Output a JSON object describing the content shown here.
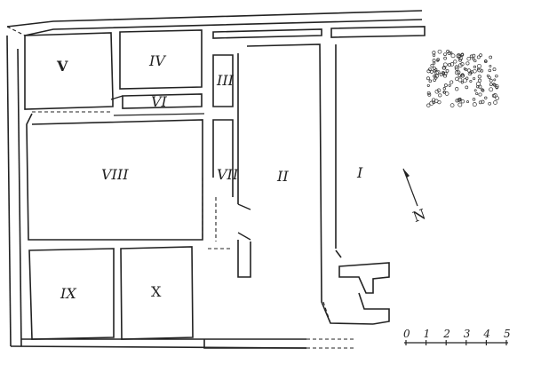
{
  "rooms": {
    "r1": "I",
    "r2": "II",
    "r3": "III",
    "r4": "IV",
    "r5": "V",
    "r6": "VI",
    "r7": "VII",
    "r8": "VIII",
    "r9": "IX",
    "r10": "X"
  },
  "north_arrow_letter": "N",
  "scale_bar": {
    "ticks": [
      "0",
      "1",
      "2",
      "3",
      "4",
      "5"
    ]
  },
  "legend": {
    "pattern": "stippled"
  }
}
